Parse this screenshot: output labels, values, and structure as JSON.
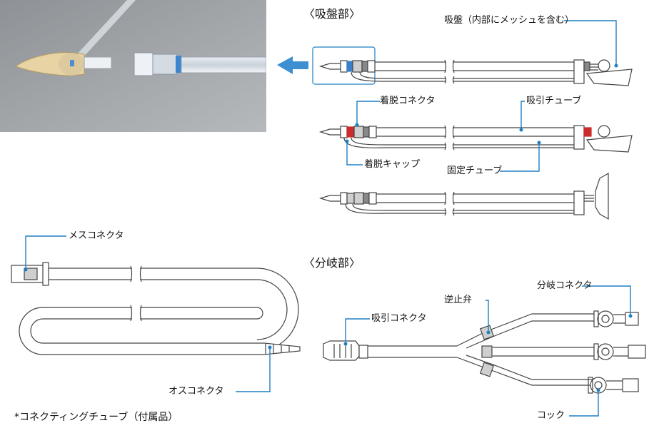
{
  "headings": {
    "suction_section": "〈吸盤部〉",
    "branch_section": "〈分岐部〉"
  },
  "labels": {
    "suction_cup": "吸盤（内部にメッシュを含む）",
    "detach_connector": "着脱コネクタ",
    "suction_tube": "吸引チューブ",
    "detach_cap": "着脱キャップ",
    "fixing_tube": "固定チューブ",
    "female_connector": "メスコネクタ",
    "male_connector": "オスコネクタ",
    "check_valve": "逆止弁",
    "branch_connector": "分岐コネクタ",
    "suction_connector": "吸引コネクタ",
    "cock": "コック"
  },
  "footnote": "*コネクティングチューブ（付属品）",
  "colors": {
    "leader_blue": "#1e7fc4",
    "connector_red": "#cc2b2b",
    "connector_blue": "#3a7fc8",
    "arrow_blue": "#3d8fd1",
    "line_gray": "#444444"
  },
  "icons": {
    "zoom_arrow": "arrow-left-icon"
  }
}
